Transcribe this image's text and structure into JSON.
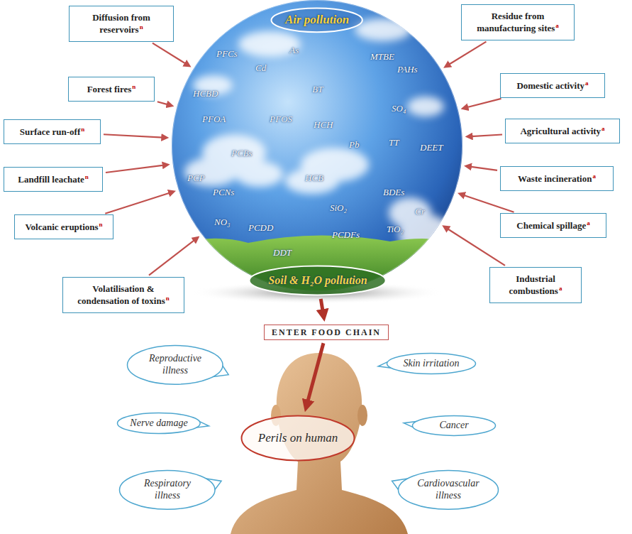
{
  "diagram": {
    "nodes": [
      {
        "text": [
          "PFCs",
          "As",
          "MTBE",
          "PAHs",
          "Cd",
          "HCBD",
          "BT",
          "SO₄",
          "PFOA",
          "PFOS",
          "HCH",
          "Pb",
          "TT",
          "DEET",
          "PCBs",
          "PCP",
          "HCB",
          "PCNs",
          "BDEs",
          "SiO₂",
          "NO₃",
          "Cr",
          "PCDD",
          "TiO₂",
          "PCDFs",
          "DDT"
        ]
      },
      {
        "text": [
          "Air pollution"
        ],
        "in": 0
      },
      {
        "text": [
          "Soil & H₂O pollution"
        ],
        "in": 0
      },
      {
        "text": [
          "Diffusion from reservoirs",
          "n"
        ]
      },
      {
        "text": [
          "Residue from manufacturing sites",
          "a"
        ]
      },
      {
        "text": [
          "Forest fires",
          "n"
        ]
      },
      {
        "text": [
          "Domestic activity",
          "a"
        ]
      },
      {
        "text": [
          "Surface run-off",
          "n"
        ]
      },
      {
        "text": [
          "Agricultural activity",
          "a"
        ]
      },
      {
        "text": [
          "Landfill leachate",
          "n"
        ]
      },
      {
        "text": [
          "Waste incineration",
          "a"
        ]
      },
      {
        "text": [
          "Volcanic eruptions",
          "n"
        ]
      },
      {
        "text": [
          "Chemical spillage",
          "a"
        ]
      },
      {
        "text": [
          "Volatilisation & condensation of toxins",
          "n"
        ]
      },
      {
        "text": [
          "Industrial combustions",
          "a"
        ]
      },
      {
        "text": [
          "ENTER FOOD CHAIN"
        ]
      },
      {
        "text": [
          "Reproductive illness"
        ]
      },
      {
        "text": [
          "Skin irritation"
        ]
      },
      {
        "text": [
          "Nerve damage"
        ]
      },
      {
        "text": [
          "Perils on human"
        ]
      },
      {
        "text": [
          "Cancer"
        ]
      },
      {
        "text": [
          "Respiratory illness"
        ]
      },
      {
        "text": [
          "Cardiovascular illness"
        ]
      }
    ],
    "edges": [
      {
        "from": 3,
        "to": 0,
        "arrow": "to"
      },
      {
        "from": 4,
        "to": 0,
        "arrow": "to"
      },
      {
        "from": 5,
        "to": 0,
        "arrow": "to"
      },
      {
        "from": 6,
        "to": 0,
        "arrow": "to"
      },
      {
        "from": 7,
        "to": 0,
        "arrow": "to"
      },
      {
        "from": 8,
        "to": 0,
        "arrow": "to"
      },
      {
        "from": 9,
        "to": 0,
        "arrow": "to"
      },
      {
        "from": 10,
        "to": 0,
        "arrow": "to"
      },
      {
        "from": 11,
        "to": 0,
        "arrow": "to"
      },
      {
        "from": 12,
        "to": 0,
        "arrow": "to"
      },
      {
        "from": 13,
        "to": 0,
        "arrow": "to"
      },
      {
        "from": 14,
        "to": 0,
        "arrow": "to"
      },
      {
        "from": 2,
        "to": 15,
        "arrow": "to"
      },
      {
        "from": 15,
        "to": 19,
        "arrow": "to"
      }
    ]
  }
}
